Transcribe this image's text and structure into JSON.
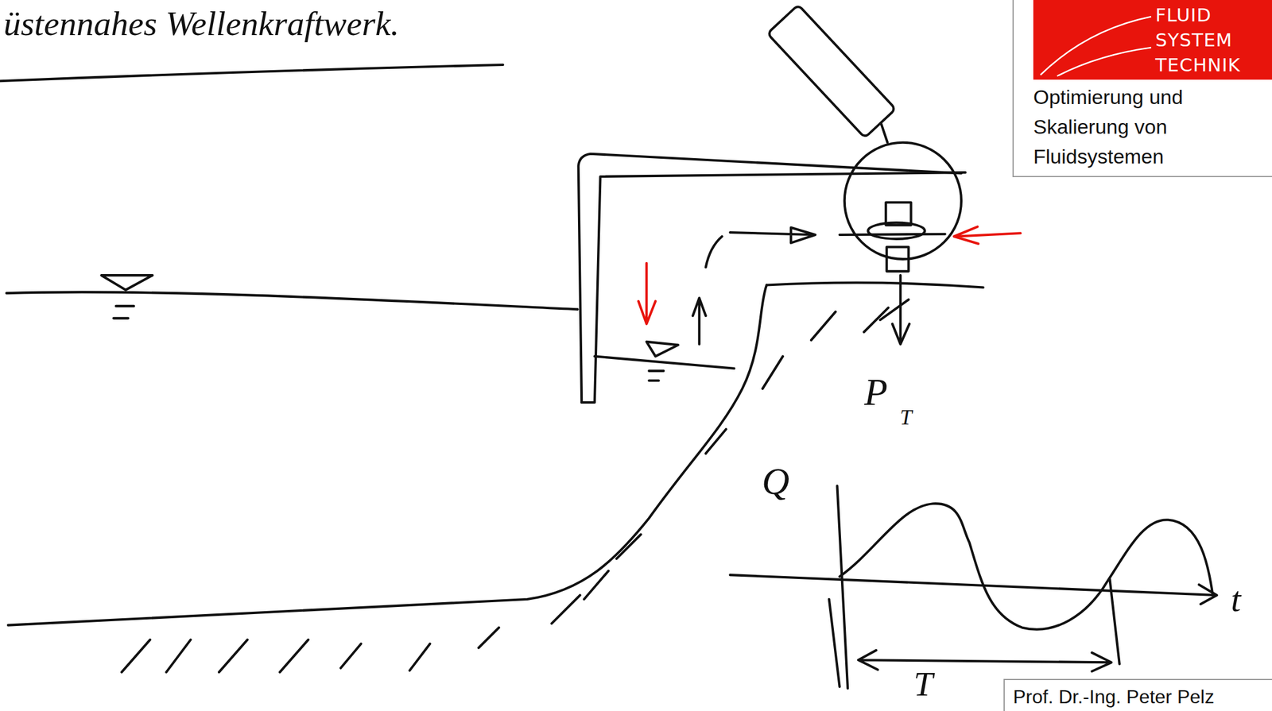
{
  "diagram": {
    "title": "üstennahes Wellenkraftwerk.",
    "nodes": [
      {
        "text": [
          "Optimierung und Skalierung von Fluidsystemen"
        ]
      },
      {
        "text": [
          "FLUID SYSTEM TECHNIK"
        ],
        "in": 0
      },
      {
        "text": [
          "Prof. Dr.-Ing. Peter Pelz"
        ]
      }
    ],
    "labels": [
      "P",
      "T",
      "Q",
      "t",
      "T"
    ]
  }
}
